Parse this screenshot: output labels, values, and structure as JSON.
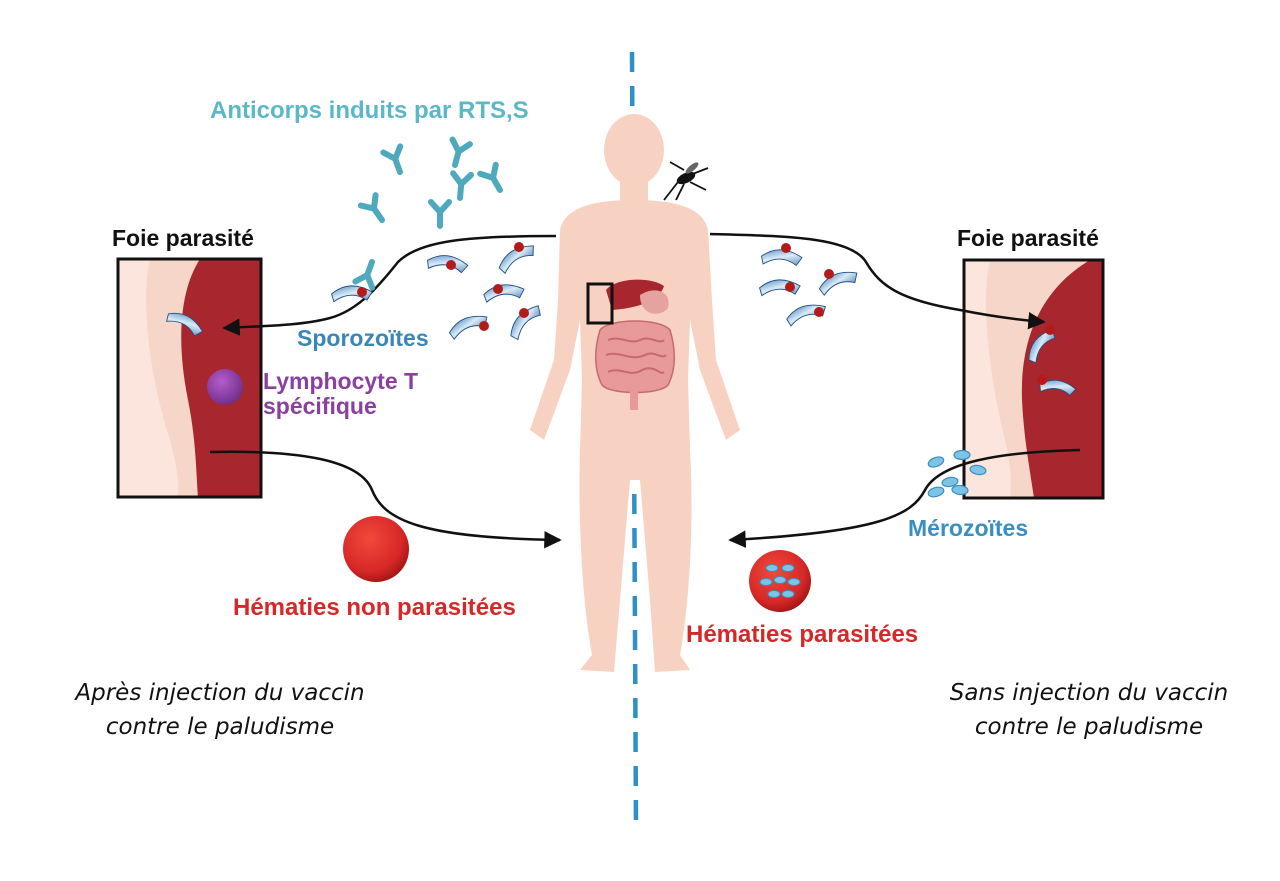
{
  "labels": {
    "antibodies": "Anticorps induits par RTS,S",
    "liver_left": "Foie parasité",
    "liver_right": "Foie parasité",
    "sporozoites": "Sporozoïtes",
    "lymphocyte_line1": "Lymphocyte T",
    "lymphocyte_line2": "spécifique",
    "merozoites": "Mérozoïtes",
    "rbc_healthy": "Hématies non parasitées",
    "rbc_infected": "Hématies parasitées"
  },
  "captions": {
    "left_line1": "Après injection du vaccin",
    "left_line2": "contre le paludisme",
    "right_line1": "Sans injection du vaccin",
    "right_line2": "contre le paludisme"
  },
  "colors": {
    "antibody": "#5bb8c9",
    "sporozoite": "#3a86b8",
    "lymphocyte": "#8b3fa1",
    "merozoite": "#3a8fc0",
    "rbc": "#d62828",
    "liver": "#a8262d",
    "skin": "#f7d2c3",
    "divider": "#2f8fc7"
  }
}
